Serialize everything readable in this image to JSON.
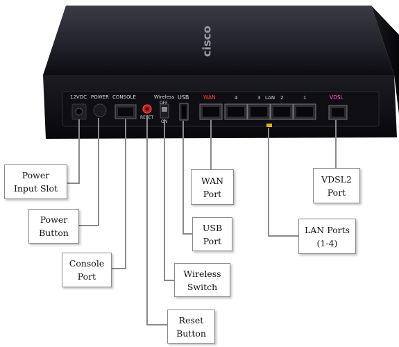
{
  "device": {
    "brand_logo": "cisco",
    "port_labels": {
      "dc": "12VDC",
      "power": "POWER",
      "console": "CONSOLE",
      "wireless": "Wireless",
      "wireless_off": "OFF",
      "wireless_on": "ON",
      "usb": "USB",
      "wan": "WAN",
      "lan4": "4",
      "lan3": "3",
      "lan": "LAN",
      "lan2": "2",
      "lan1": "1",
      "vdsl": "VDSL",
      "reset": "RESET"
    },
    "colors": {
      "wan_label": "#ff3b3b",
      "vdsl_label": "#ff5ad0",
      "body": "#121218"
    }
  },
  "callouts": {
    "power_input": "Power\nInput Slot",
    "power_button": "Power\nButton",
    "console_port": "Console\nPort",
    "reset_button": "Reset\nButton",
    "wireless_switch": "Wireless\nSwitch",
    "usb_port": "USB\nPort",
    "wan_port": "WAN\nPort",
    "lan_ports": "LAN Ports\n(1-4)",
    "vdsl2_port": "VDSL2\nPort"
  }
}
